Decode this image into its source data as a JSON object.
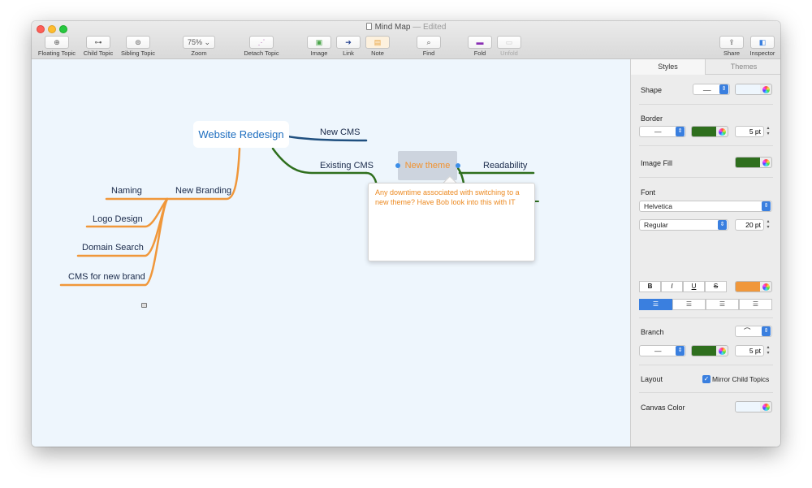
{
  "window": {
    "title": "Mind Map",
    "status": "— Edited"
  },
  "toolbar": {
    "floating_topic": "Floating Topic",
    "child_topic": "Child Topic",
    "sibling_topic": "Sibling Topic",
    "zoom_label": "Zoom",
    "zoom_value": "75%",
    "detach_topic": "Detach Topic",
    "image": "Image",
    "link": "Link",
    "note": "Note",
    "find": "Find",
    "fold": "Fold",
    "unfold": "Unfold",
    "share": "Share",
    "inspector": "Inspector"
  },
  "canvas": {
    "root": "Website Redesign",
    "topics": {
      "new_cms": "New CMS",
      "existing_cms": "Existing CMS",
      "new_theme": "New theme",
      "readability": "Readability",
      "new_branding": "New Branding",
      "naming": "Naming",
      "logo_design": "Logo Design",
      "domain_search": "Domain Search",
      "cms_new_brand": "CMS for new brand"
    },
    "note": "Any downtime associated with switching to a new theme? Have Bob look into this with IT",
    "colors": {
      "orange_branch": "#f0973a",
      "green_branch": "#2f6f1e",
      "blue_branch": "#1f4f7f"
    }
  },
  "inspector": {
    "tabs": {
      "styles": "Styles",
      "themes": "Themes"
    },
    "shape_label": "Shape",
    "border_label": "Border",
    "border_size": "5 pt",
    "image_fill_label": "Image Fill",
    "font_label": "Font",
    "font_family": "Helvetica",
    "font_weight": "Regular",
    "font_size": "20 pt",
    "bold": "B",
    "italic": "I",
    "underline": "U",
    "strike": "S",
    "branch_label": "Branch",
    "branch_size": "5 pt",
    "layout_label": "Layout",
    "mirror_label": "Mirror Child Topics",
    "canvas_color_label": "Canvas Color",
    "colors": {
      "shape_fill": "#eef6fd",
      "border_color": "#2f6f1e",
      "image_fill": "#2f6f1e",
      "font_color": "#f0973a",
      "branch_color": "#2f6f1e",
      "canvas_color": "#eef6fd"
    }
  }
}
